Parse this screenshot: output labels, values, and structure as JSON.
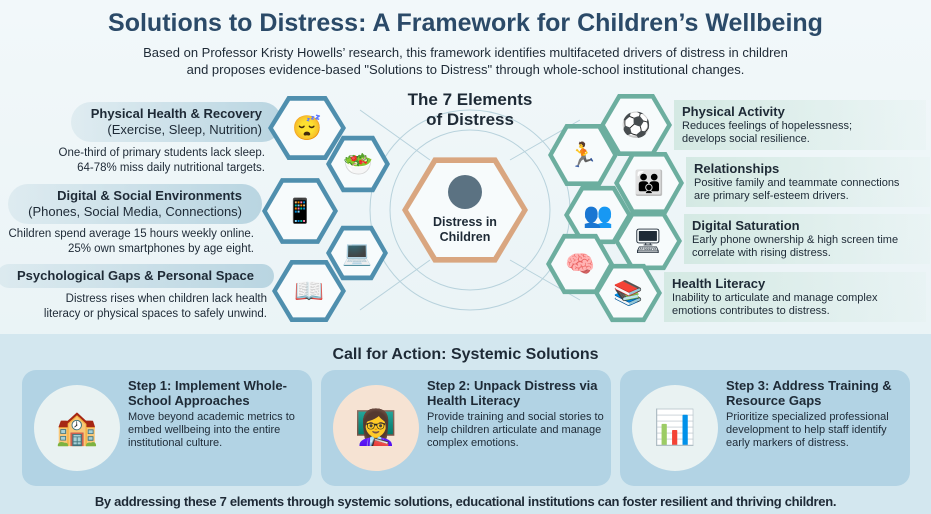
{
  "title": "Solutions to Distress: A Framework for Children’s Wellbeing",
  "subtitle": [
    "Based on Professor Kristy Howells’ research, this framework identifies multifaceted drivers of distress in children",
    "and proposes evidence-based \"Solutions to Distress\" through whole-school institutional changes."
  ],
  "left": [
    {
      "title": "Physical Health & Recovery",
      "sub": "(Exercise, Sleep, Nutrition)",
      "stat": [
        "One-third of primary students lack sleep.",
        "64-78% miss daily nutritional targets."
      ]
    },
    {
      "title": "Digital & Social Environments",
      "sub": "(Phones, Social Media, Connections)",
      "stat": [
        "Children spend average 15 hours weekly online.",
        "25% own smartphones by age eight."
      ]
    },
    {
      "title": "Psychological Gaps & Personal Space",
      "stat": [
        "Distress rises when children lack health",
        "literacy or physical spaces to safely unwind."
      ]
    }
  ],
  "center": {
    "title": [
      "The 7 Elements",
      "of Distress"
    ],
    "label": [
      "Distress in",
      "Children"
    ]
  },
  "right": [
    {
      "title": "Physical Activity",
      "desc": [
        "Reduces feelings of hopelessness;",
        "develops social resilience."
      ]
    },
    {
      "title": "Relationships",
      "desc": [
        "Positive family and teammate connections",
        "are primary self-esteem drivers."
      ]
    },
    {
      "title": "Digital Saturation",
      "desc": [
        "Early phone ownership & high screen time",
        "correlate with rising distress."
      ]
    },
    {
      "title": "Health Literacy",
      "desc": [
        "Inability to articulate and manage complex",
        "emotions contributes to distress."
      ]
    }
  ],
  "action": {
    "title": "Call for Action: Systemic Solutions",
    "steps": [
      {
        "title": "Step 1: Implement Whole-School Approaches",
        "desc": "Move beyond academic metrics to embed wellbeing into the entire institutional culture."
      },
      {
        "title": "Step 2: Unpack Distress via Health Literacy",
        "desc": "Provide training and social stories to help children articulate and manage complex emotions."
      },
      {
        "title": "Step 3: Address Training & Resource Gaps",
        "desc": "Prioritize specialized professional development to help staff identify early markers of distress."
      }
    ]
  },
  "closing": "By addressing these 7 elements through systemic solutions, educational institutions can foster resilient and thriving children.",
  "icons": {
    "sleep": "😴",
    "food": "🥗",
    "phone": "📱",
    "screen": "💻",
    "reading": "📖",
    "play": "⚽",
    "run": "🏃",
    "family": "👪",
    "group": "👥",
    "devices": "🖥",
    "brain": "🧠",
    "book": "📚",
    "school": "🏫",
    "teacher": "👩‍🏫",
    "trainer": "📊"
  }
}
